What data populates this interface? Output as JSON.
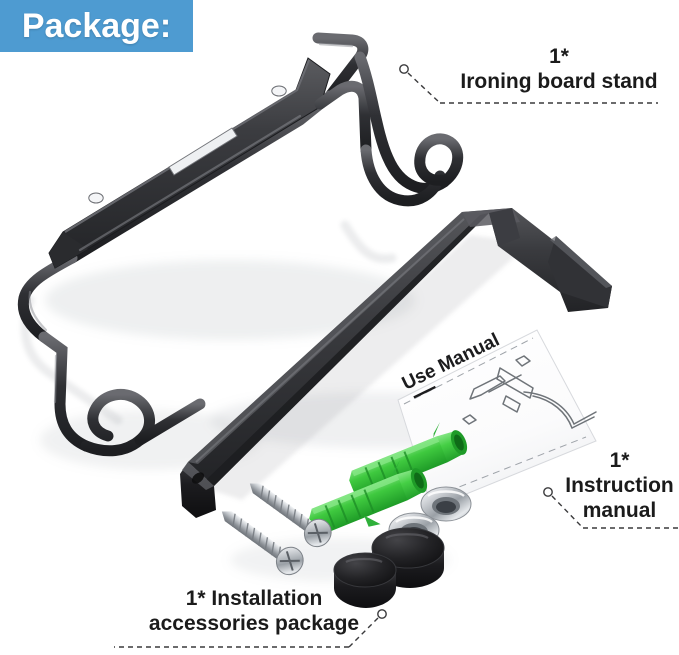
{
  "banner": {
    "label": "Package:",
    "background_color": "#4e9bd1",
    "text_color": "#ffffff"
  },
  "callouts": [
    {
      "id": "ironing-board-stand",
      "text": "1*\nIroning board stand",
      "count": "1*",
      "name": "Ironing board stand",
      "marker": "circle",
      "leader": "dashed"
    },
    {
      "id": "instruction-manual",
      "text": "1*\nInstruction\nmanual",
      "count": "1*",
      "name": "Instruction manual",
      "marker": "circle",
      "leader": "dashed"
    },
    {
      "id": "installation-accessories",
      "text": "1* Installation\naccessories package",
      "count": "1*",
      "name": "Installation accessories package",
      "marker": "circle",
      "leader": "dashed"
    }
  ],
  "manual_sheet": {
    "title": "Use Manual"
  },
  "colors": {
    "accent_blue": "#4e9bd1",
    "metal_black": "#2b2b2d",
    "metal_black_light": "#4a4a4e",
    "anchor_green": "#3cc63c",
    "anchor_green_dark": "#1f9e2a",
    "chrome": "#c9ccd0",
    "cap_black": "#1a1a1c",
    "background": "#ffffff",
    "text": "#1b1b1b"
  },
  "items": [
    {
      "name": "ironing-board-stand",
      "quantity": "1*"
    },
    {
      "name": "wall-bracket-bar",
      "quantity": "1*"
    },
    {
      "name": "wall-anchor",
      "quantity": "2",
      "color": "#3cc63c"
    },
    {
      "name": "screw",
      "quantity": "2",
      "color": "#c9ccd0"
    },
    {
      "name": "cup-washer",
      "quantity": "2",
      "color": "#c9ccd0"
    },
    {
      "name": "cover-cap",
      "quantity": "2",
      "color": "#1a1a1c"
    },
    {
      "name": "instruction-manual",
      "quantity": "1*"
    }
  ]
}
